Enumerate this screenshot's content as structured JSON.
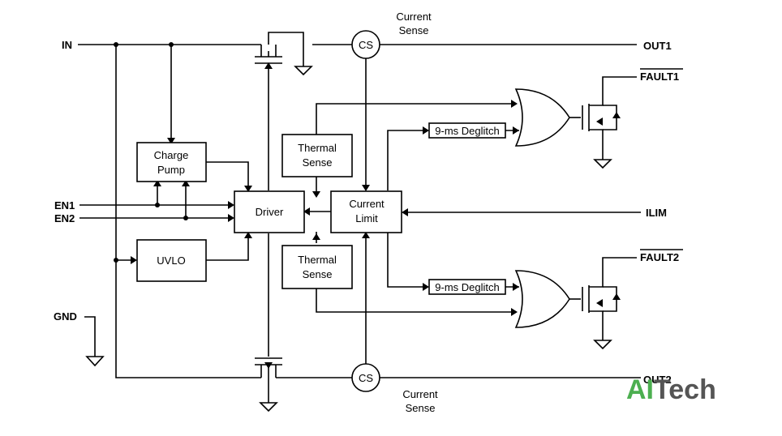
{
  "pins": {
    "in": "IN",
    "out1": "OUT1",
    "out2": "OUT2",
    "fault1": "FAULT1",
    "fault2": "FAULT2",
    "en1": "EN1",
    "en2": "EN2",
    "ilim": "ILIM",
    "gnd": "GND"
  },
  "blocks": {
    "charge_pump": [
      "Charge",
      "Pump"
    ],
    "uvlo": "UVLO",
    "driver": "Driver",
    "thermal_sense_top": [
      "Thermal",
      "Sense"
    ],
    "thermal_sense_bottom": [
      "Thermal",
      "Sense"
    ],
    "current_limit": [
      "Current",
      "Limit"
    ],
    "deglitch_top": "9-ms Deglitch",
    "deglitch_bottom": "9-ms Deglitch",
    "cs_top": "CS",
    "cs_bottom": "CS"
  },
  "labels": {
    "current_sense_top": [
      "Current",
      "Sense"
    ],
    "current_sense_bottom": [
      "Current",
      "Sense"
    ]
  },
  "logo": {
    "part1": "AI",
    "part2": "Tech"
  }
}
